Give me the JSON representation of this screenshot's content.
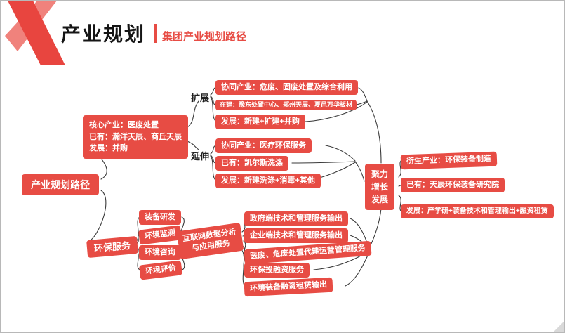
{
  "header": {
    "title": "产业规划",
    "subtitle": "集团产业规划路径"
  },
  "colors": {
    "accent": "#e74c44",
    "line": "#3a3a3a",
    "ribbon_main": "#e8453f",
    "ribbon_light": "#f0827c"
  },
  "diagram": {
    "root_label": "产业规划路径",
    "core": {
      "lines": [
        "核心产业：医废处置",
        "已有：瀚洋天辰、商丘天辰",
        "发展：并购"
      ]
    },
    "branch_labels": {
      "expand": "扩展",
      "extend": "延伸"
    },
    "expand_group": [
      "协同产业：危废、固废处置及综合利用",
      "在建：豫东处置中心、郑州天辰、夏邑万华板材",
      "发展：新建+扩建+并购"
    ],
    "extend_group": [
      "协同产业：医疗环保服务",
      "已有：凯尔斯洗涤",
      "发展：新建洗涤+消毒+其他"
    ],
    "env_service_label": "环保服务",
    "service_items": [
      "装备研发",
      "环境监测",
      "环境咨询",
      "环境评价"
    ],
    "internet_box": {
      "line1": "互联网数据分析",
      "line2": "与应用服务"
    },
    "output_group": [
      "政府端技术和管理服务输出",
      "企业端技术和管理服务输出",
      "医废、危废处置代建运营管理服务",
      "环保投融资服务",
      "环境装备融资租赁输出"
    ],
    "growth_box": {
      "lines": [
        "聚力",
        "增长",
        "发展"
      ]
    },
    "derive_group": [
      "衍生产业：环保装备制造",
      "已有：天辰环保装备研究院",
      "发展：产学研+装备技术和管理输出+融资租赁"
    ]
  }
}
